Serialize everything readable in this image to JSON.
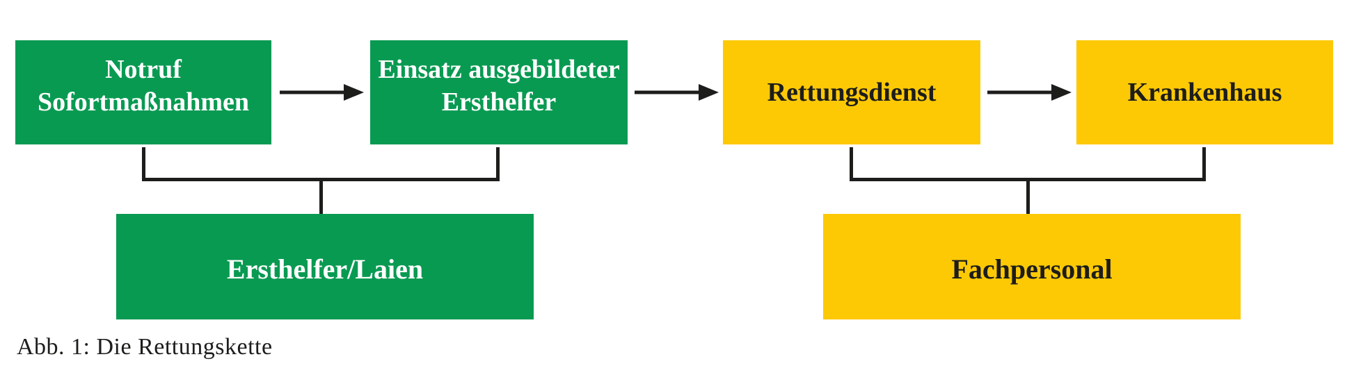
{
  "figure": {
    "caption": "Abb. 1: Die Rettungskette"
  },
  "colors": {
    "green": "#099A52",
    "yellow": "#FDC905",
    "line": "#1D1D1B",
    "text_on_green": "#FFFFFF",
    "text_on_yellow": "#1D1D1B",
    "background": "#FFFFFF"
  },
  "chain": {
    "top_boxes": [
      {
        "line1": "Notruf",
        "line2": "Sofortmaßnahmen"
      },
      {
        "line1": "Einsatz ausgebildeter",
        "line2": "Ersthelfer"
      },
      {
        "line1": "Rettungsdienst"
      },
      {
        "line1": "Krankenhaus"
      }
    ],
    "group_boxes": [
      {
        "label": "Ersthelfer/Laien"
      },
      {
        "label": "Fachpersonal"
      }
    ],
    "flow": [
      "Notruf Sofortmaßnahmen → Einsatz ausgebildeter Ersthelfer",
      "Einsatz ausgebildeter Ersthelfer → Rettungsdienst",
      "Rettungsdienst → Krankenhaus"
    ],
    "groupings": [
      "Notruf Sofortmaßnahmen + Einsatz ausgebildeter Ersthelfer ⇒ Ersthelfer/Laien",
      "Rettungsdienst + Krankenhaus ⇒ Fachpersonal"
    ],
    "icons": {
      "flow_arrow": "black right arrow"
    }
  }
}
